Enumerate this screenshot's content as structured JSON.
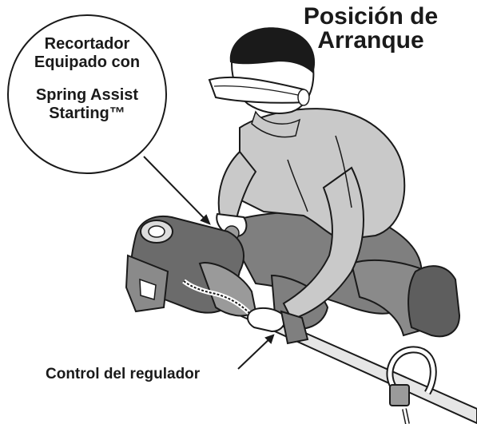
{
  "title": {
    "line1": "Posición de",
    "line2": "Arranque"
  },
  "callout": {
    "line1": "Recortador",
    "line2": "Equipado con",
    "line3": "Spring Assist",
    "line4": "Starting™"
  },
  "labels": {
    "throttle_control": "Control del regulador"
  },
  "colors": {
    "ink": "#1a1a1a",
    "shirt": "#c9c9c9",
    "pants": "#7f7f7f",
    "engine": "#6b6b6b",
    "skin": "#ffffff"
  }
}
